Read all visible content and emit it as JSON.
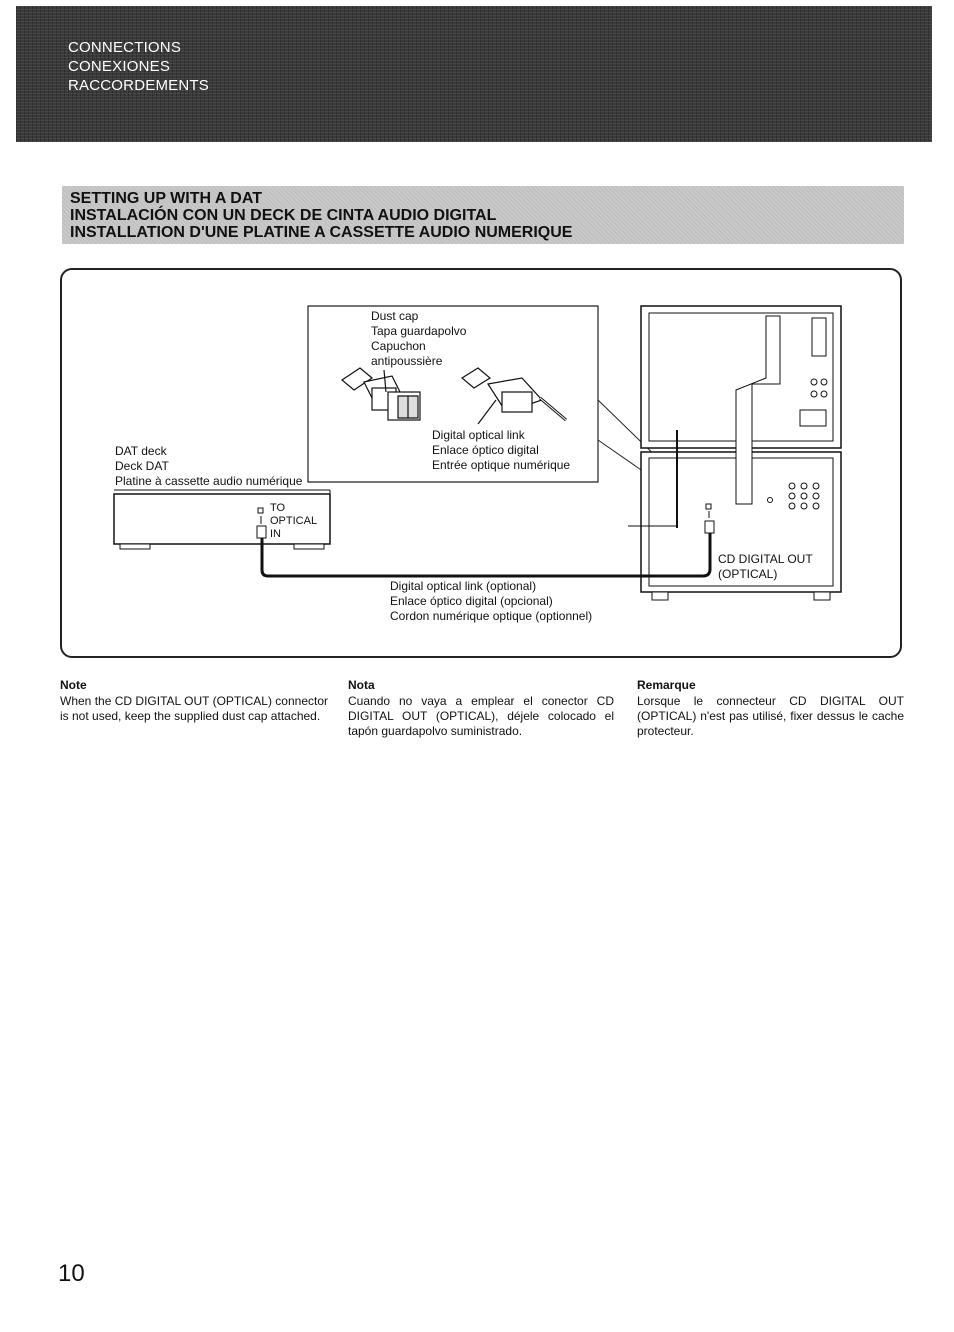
{
  "header": {
    "titles": [
      "CONNECTIONS",
      "CONEXIONES",
      "RACCORDEMENTS"
    ]
  },
  "section": {
    "titles": [
      "SETTING UP WITH A DAT",
      "INSTALACIÓN CON UN DECK DE CINTA AUDIO DIGITAL",
      "INSTALLATION D'UNE PLATINE A CASSETTE AUDIO NUMERIQUE"
    ]
  },
  "diagram": {
    "dust_cap_label": [
      "Dust cap",
      "Tapa guardapolvo",
      "Capuchon",
      "antipoussière"
    ],
    "optical_link_label": [
      "Digital optical link",
      "Enlace óptico digital",
      "Entrée optique numérique"
    ],
    "dat_deck_label": [
      "DAT deck",
      "Deck DAT",
      "Platine à cassette audio numérique"
    ],
    "to_optical_in_label": [
      "TO",
      "OPTICAL",
      "IN"
    ],
    "cd_digital_out_label": [
      "CD DIGITAL OUT",
      "(OPTICAL)"
    ],
    "optional_link_label": [
      "Digital optical link (optional)",
      "Enlace óptico digital (opcional)",
      "Cordon numérique optique (optionnel)"
    ]
  },
  "notes": [
    {
      "heading": "Note",
      "body": "When the CD DIGITAL OUT (OPTICAL) connector is not used, keep the supplied dust cap attached."
    },
    {
      "heading": "Nota",
      "body": "Cuando no vaya a emplear el conector CD DIGITAL OUT (OPTICAL), déjele colocado el tapón guardapolvo suministrado."
    },
    {
      "heading": "Remarque",
      "body": "Lorsque le connecteur CD DIGITAL OUT (OPTICAL) n'est pas utilisé, fixer dessus le cache protecteur."
    }
  ],
  "page_number": "10"
}
